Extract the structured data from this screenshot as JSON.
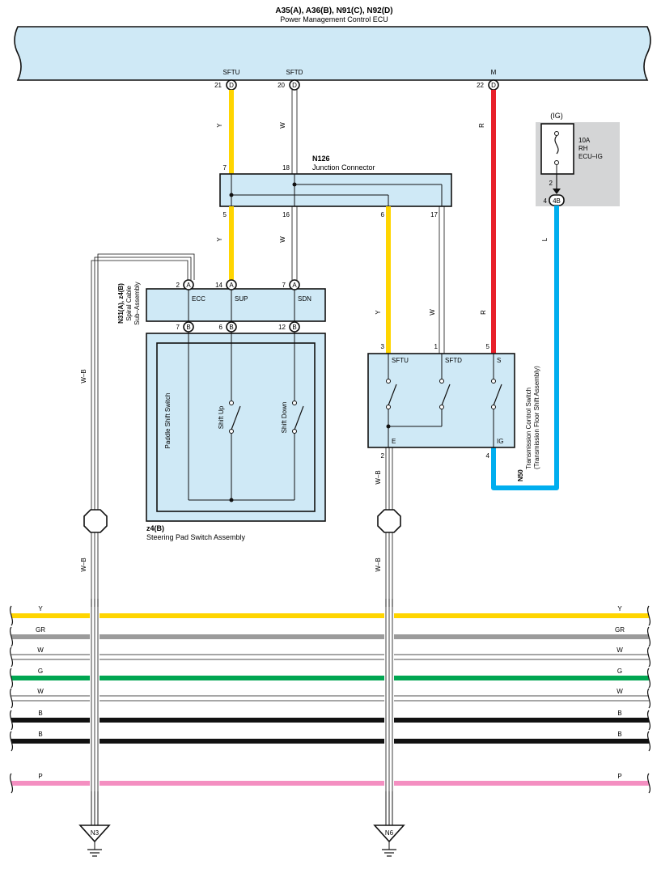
{
  "ecu": {
    "title": "A35(A), A36(B), N91(C), N92(D)",
    "subtitle": "Power Management Control ECU",
    "pins": [
      {
        "name": "SFTU",
        "num": "21",
        "conn": "D"
      },
      {
        "name": "SFTD",
        "num": "20",
        "conn": "D"
      },
      {
        "name": "M",
        "num": "22",
        "conn": "D"
      }
    ]
  },
  "junction": {
    "id": "N126",
    "name": "Junction Connector",
    "pins_top": [
      "7",
      "18"
    ],
    "pins_bottom": [
      "5",
      "16",
      "6",
      "17"
    ]
  },
  "fuse": {
    "label": "(IG)",
    "rating": "10A",
    "line2": "RH",
    "line3": "ECU–IG",
    "pin": "2",
    "conn_num": "4",
    "conn": "4B"
  },
  "spiral": {
    "id": "N31(A), z4(B)",
    "line1": "Spiral Cable",
    "line2": "Sub–Assembly",
    "top_pins": [
      {
        "num": "2",
        "conn": "A",
        "label": "ECC"
      },
      {
        "num": "14",
        "conn": "A",
        "label": "SUP"
      },
      {
        "num": "7",
        "conn": "A",
        "label": "SDN"
      }
    ],
    "bottom_pins": [
      {
        "num": "7",
        "conn": "B"
      },
      {
        "num": "6",
        "conn": "B"
      },
      {
        "num": "12",
        "conn": "B"
      }
    ]
  },
  "steering": {
    "id": "z4(B)",
    "name": "Steering Pad Switch Assembly",
    "inner": "Paddle Shift Switch",
    "up": "Shift Up",
    "down": "Shift Down"
  },
  "transmission": {
    "id": "N50",
    "line1": "Transmission Control Switch",
    "line2": "(Transmission Floor Shift Assembly)",
    "pins_top": [
      {
        "num": "3",
        "label": "SFTU"
      },
      {
        "num": "1",
        "label": "SFTD"
      },
      {
        "num": "5",
        "label": "S"
      }
    ],
    "pins_bottom": [
      {
        "num": "2",
        "label": "E"
      },
      {
        "num": "4",
        "label": "IG"
      }
    ]
  },
  "wire_colors": {
    "y_upper": "Y",
    "w_upper": "W",
    "r_upper": "R",
    "y_mid": "Y",
    "w_mid": "W",
    "l": "L",
    "y_lower": "Y",
    "w_lower": "W",
    "r_lower": "R",
    "wb_left": "W–B",
    "wb_left2": "W–B",
    "wb_right": "W–B",
    "wb_right2": "W–B"
  },
  "buses": [
    {
      "label": "Y",
      "color": "#ffd500"
    },
    {
      "label": "GR",
      "color": "#9b9b9b"
    },
    {
      "label": "W",
      "color": "#ffffff"
    },
    {
      "label": "G",
      "color": "#00a651"
    },
    {
      "label": "W",
      "color": "#ffffff"
    },
    {
      "label": "B",
      "color": "#111111"
    },
    {
      "label": "B",
      "color": "#111111"
    },
    {
      "label": "P",
      "color": "#f48fc1"
    }
  ],
  "grounds": [
    "N3",
    "N6"
  ],
  "colors": {
    "yellow": "#ffd500",
    "red": "#e8202a",
    "blue": "#00aeef",
    "box": "#cfe9f6",
    "fuse_bg": "#d4d5d6"
  }
}
